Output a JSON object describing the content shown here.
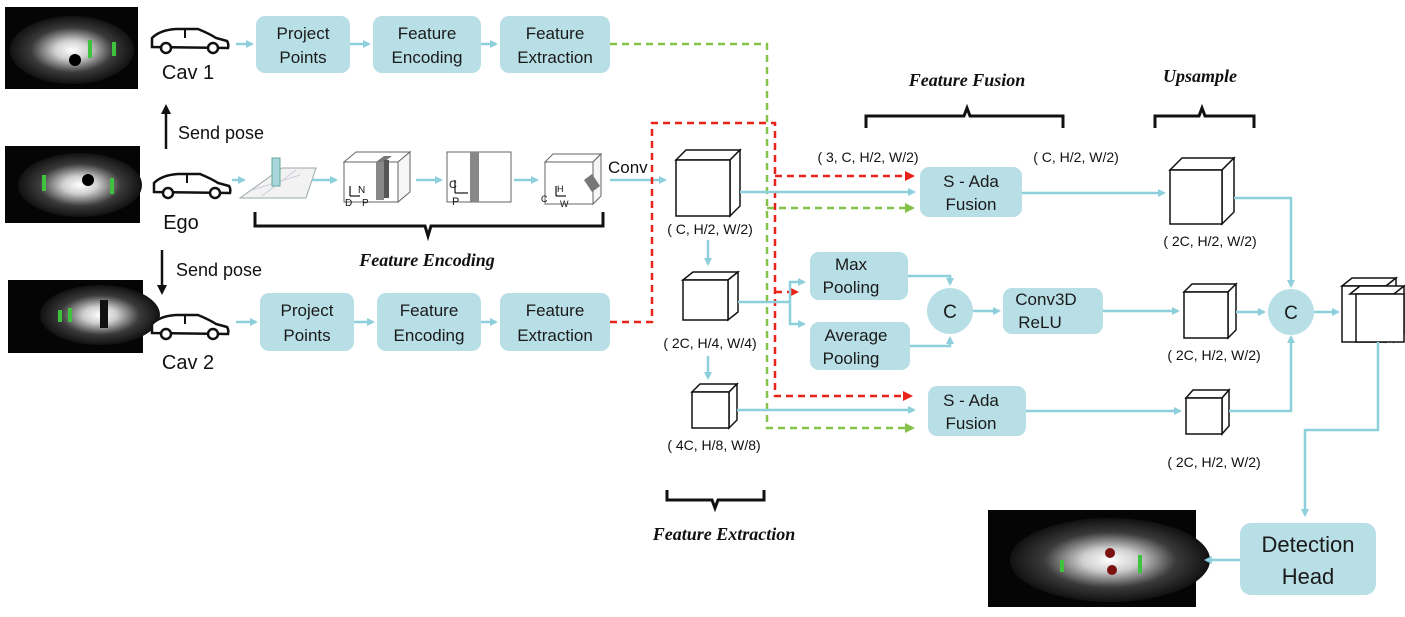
{
  "agents": {
    "cav1": "Cav 1",
    "ego": "Ego",
    "cav2": "Cav 2",
    "send_pose_up": "Send pose",
    "send_pose_down": "Send pose"
  },
  "pipeline_top": {
    "project_points": [
      "Project",
      "Points"
    ],
    "feature_encoding": [
      "Feature",
      "Encoding"
    ],
    "feature_extraction": [
      "Feature",
      "Extraction"
    ]
  },
  "pipeline_bottom": {
    "project_points": [
      "Project",
      "Points"
    ],
    "feature_encoding": [
      "Feature",
      "Encoding"
    ],
    "feature_extraction": [
      "Feature",
      "Extraction"
    ]
  },
  "encoding": {
    "conv_label": "Conv",
    "section_label": "Feature Encoding",
    "axis_labels": {
      "d": "D",
      "n": "N",
      "p": "P",
      "c": "C",
      "p2": "P",
      "c2": "C",
      "h": "H",
      "w": "W"
    }
  },
  "extraction": {
    "dim1": "( C, H/2, W/2)",
    "dim2": "( 2C, H/4, W/4)",
    "dim3": "( 4C, H/8, W/8)",
    "section_label": "Feature Extraction"
  },
  "fusion": {
    "section_label": "Feature Fusion",
    "input_dim": "( 3, C, H/2, W/2)",
    "output_dim": "( C, H/2, W/2)",
    "sada_top": [
      "S - Ada",
      "Fusion"
    ],
    "sada_bottom": [
      "S - Ada",
      "Fusion"
    ],
    "max_pooling": [
      "Max",
      "Pooling"
    ],
    "avg_pooling": [
      "Average",
      "Pooling"
    ],
    "concat1": "C",
    "conv3d": [
      "Conv3D",
      "ReLU"
    ]
  },
  "upsample": {
    "section_label": "Upsample",
    "dim1": "( 2C, H/2, W/2)",
    "dim2": "( 2C, H/2, W/2)",
    "dim3": "( 2C, H/2, W/2)",
    "concat2": "C"
  },
  "detection": {
    "head": [
      "Detection",
      "Head"
    ]
  },
  "colors": {
    "box": "#b8dfe6",
    "flow": "#8ecfdc",
    "ego_path": "#e8231a",
    "cav_path": "#86c24a"
  }
}
